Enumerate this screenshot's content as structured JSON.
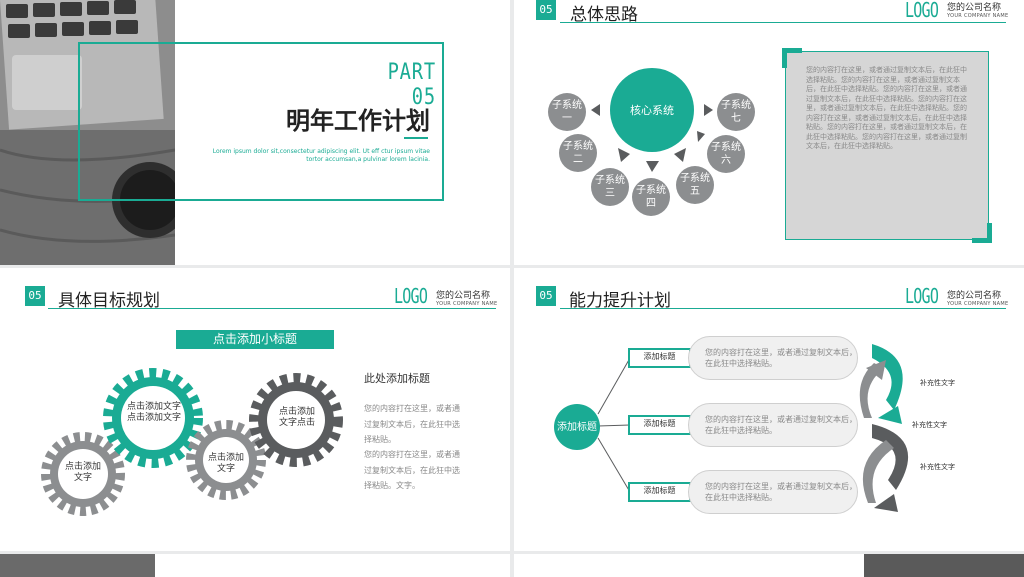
{
  "common": {
    "logo": "LOGO",
    "company_name": "您的公司名称",
    "company_sub": "YOUR COMPANY NAME",
    "section_num": "05"
  },
  "cover": {
    "part": "PART 05",
    "title": "明年工作计划",
    "lorem1": "Lorem ipsum dolor sit,consectetur adipiscing elit. Ut eff ctur ipsum vitae",
    "lorem2": "tortor accumsan,a pulvinar lorem lacinia."
  },
  "overall": {
    "title": "总体思路",
    "core": "核心系统",
    "subs": [
      "子系统一",
      "子系统二",
      "子系统三",
      "子系统四",
      "子系统五",
      "子系统六",
      "子系统七"
    ],
    "text": "您的内容打在这里，或者通过复制文本后，在此狂中选择粘贴。您的内容打在这里，或者通过复制文本后，在此狂中选择粘贴。您的内容打在这里，或者通过复制文本后，在此狂中选择粘贴。您的内容打在这里，或者通过复制文本后，在此狂中选择粘贴。您的内容打在这里，或者通过复制文本后，在此狂中选择粘贴。您的内容打在这里，或者通过复制文本后，在此狂中选择粘贴。您的内容打在这里，或者通过复制文本后，在此狂中选择粘贴。"
  },
  "goals": {
    "title": "具体目标规划",
    "subtitle": "点击添加小标题",
    "gears": [
      "点击添加文字",
      "点击添加文字点击添加文字",
      "点击添加文字",
      "点击添加文字点击"
    ],
    "heading": "此处添加标题",
    "p1": "您的内容打在这里，或者通过复制文本后，在此狂中选择粘贴。",
    "p2": "您的内容打在这里，或者通过复制文本后，在此狂中选择粘贴。文字。"
  },
  "ability": {
    "title": "能力提升计划",
    "center": "添加标题",
    "rows": [
      {
        "label": "添加标题",
        "text": "您的内容打在这里，或者通过复制文本后，在此狂中选择粘贴。"
      },
      {
        "label": "添加标题",
        "text": "您的内容打在这里，或者通过复制文本后，在此狂中选择粘贴。"
      },
      {
        "label": "添加标题",
        "text": "您的内容打在这里，或者通过复制文本后，在此狂中选择粘贴。"
      }
    ],
    "supplements": [
      "补充性文字",
      "补充性文字",
      "补充性文字"
    ]
  },
  "colors": {
    "accent": "#1aab94",
    "gray": "#8c8e90",
    "dark": "#5a5c5e"
  }
}
